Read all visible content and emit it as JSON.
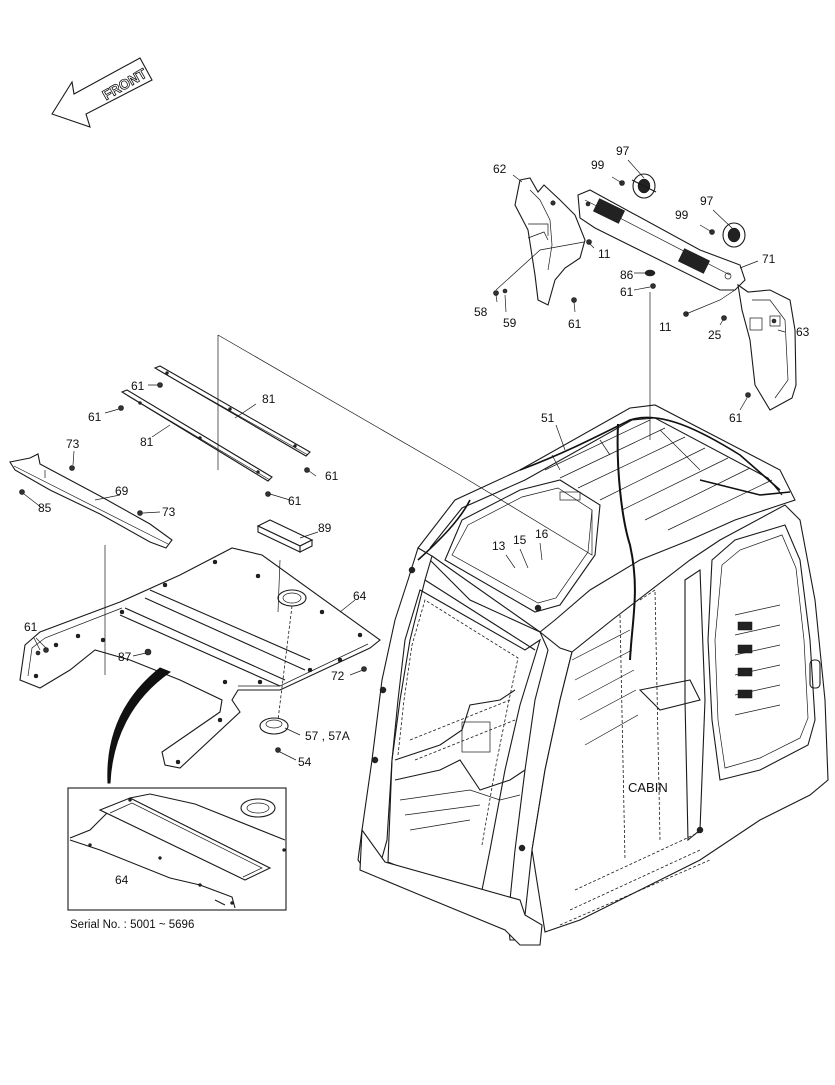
{
  "front_arrow": {
    "label": "FRONT"
  },
  "parts": [
    {
      "id": "p97a",
      "text": "97"
    },
    {
      "id": "p99a",
      "text": "99"
    },
    {
      "id": "p62",
      "text": "62"
    },
    {
      "id": "p97b",
      "text": "97"
    },
    {
      "id": "p99b",
      "text": "99"
    },
    {
      "id": "p11a",
      "text": "11"
    },
    {
      "id": "p71",
      "text": "71"
    },
    {
      "id": "p86",
      "text": "86"
    },
    {
      "id": "p61a",
      "text": "61"
    },
    {
      "id": "p58",
      "text": "58"
    },
    {
      "id": "p59",
      "text": "59"
    },
    {
      "id": "p61b",
      "text": "61"
    },
    {
      "id": "p11b",
      "text": "11"
    },
    {
      "id": "p25",
      "text": "25"
    },
    {
      "id": "p63",
      "text": "63"
    },
    {
      "id": "p61c",
      "text": "61"
    },
    {
      "id": "p61d",
      "text": "61"
    },
    {
      "id": "p81a",
      "text": "81"
    },
    {
      "id": "p61e",
      "text": "61"
    },
    {
      "id": "p81b",
      "text": "81"
    },
    {
      "id": "p73a",
      "text": "73"
    },
    {
      "id": "p61f",
      "text": "61"
    },
    {
      "id": "p69",
      "text": "69"
    },
    {
      "id": "p85",
      "text": "85"
    },
    {
      "id": "p61g",
      "text": "61"
    },
    {
      "id": "p73b",
      "text": "73"
    },
    {
      "id": "p51",
      "text": "51"
    },
    {
      "id": "p89",
      "text": "89"
    },
    {
      "id": "p13",
      "text": "13"
    },
    {
      "id": "p15",
      "text": "15"
    },
    {
      "id": "p16",
      "text": "16"
    },
    {
      "id": "p64a",
      "text": "64"
    },
    {
      "id": "p61h",
      "text": "61"
    },
    {
      "id": "p87",
      "text": "87"
    },
    {
      "id": "p72",
      "text": "72"
    },
    {
      "id": "p57",
      "text": "57 , 57A"
    },
    {
      "id": "p54",
      "text": "54"
    },
    {
      "id": "p64b",
      "text": "64"
    }
  ],
  "cabin_label": "CABIN",
  "serial_note": "Serial No. : 5001 ~ 5696"
}
